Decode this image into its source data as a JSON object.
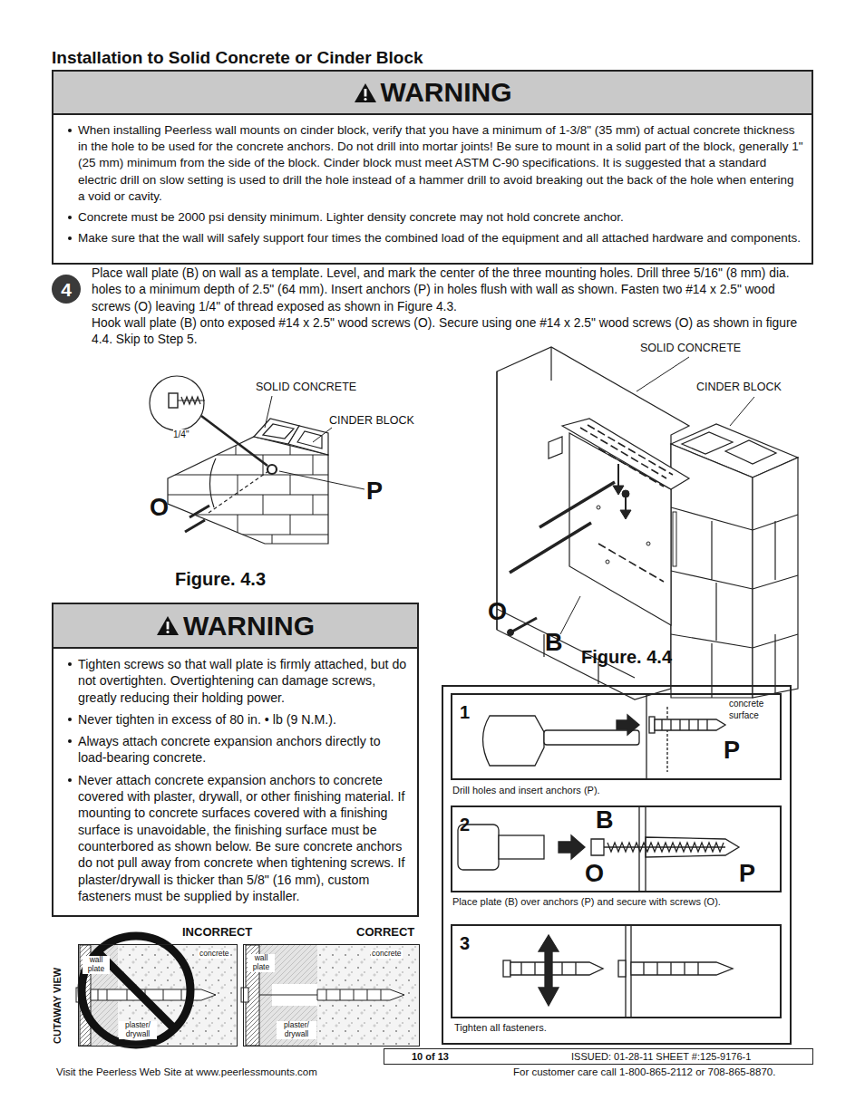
{
  "diagram": {
    "title": "Installation to Solid Concrete or Cinder Block",
    "nodes": [
      {
        "text": [
          "WARNING",
          "When installing Peerless wall mounts on cinder block, verify that you have a minimum of 1-3/8\" (35 mm) of actual concrete thickness in the hole to be used for the concrete anchors. Do not drill into mortar joints! Be sure to mount in a solid part of the block, generally 1\" (25 mm) minimum from the side of the block. Cinder block must meet ASTM C-90 specifications. It is suggested that a standard electric drill on slow setting is used to drill the hole instead of a hammer drill to avoid breaking out the back of the hole when entering a void or cavity.",
          "Concrete must be 2000 psi density minimum. Lighter density concrete may not hold concrete anchor.",
          "Make sure that the wall will safely support four times the combined load of the equipment and all attached hardware and components."
        ]
      },
      {
        "text": [
          "4"
        ]
      },
      {
        "text": [
          "WARNING",
          "Tighten screws so that wall plate is firmly attached, but do not overtighten. Overtightening can damage screws, greatly reducing their holding power.",
          "Never tighten in excess of 80 in. • lb (9 N.M.).",
          "Always attach concrete expansion anchors directly to load-bearing concrete.",
          "Never attach concrete expansion anchors to concrete covered with plaster, drywall, or other finishing material. If mounting to concrete surfaces covered with a finishing surface is unavoidable, the finishing surface must be counterbored as shown below. Be sure concrete anchors do not pull away from concrete when tightening screws. If plaster/drywall is thicker than 5/8\" (16 mm), custom fasteners must be supplied by installer."
        ]
      },
      {
        "text": [
          "1",
          "concrete surface",
          "P",
          "Drill holes and insert anchors (P)."
        ]
      },
      {
        "text": [
          "2",
          "B",
          "O",
          "P",
          "Place plate (B) over anchors (P) and secure with screws (O)."
        ]
      },
      {
        "text": [
          "3",
          "Tighten all fasteners."
        ]
      },
      {
        "text": [
          "INCORRECT",
          "wall plate",
          "concrete",
          "plaster/ drywall"
        ]
      },
      {
        "text": [
          "CORRECT",
          "wall plate",
          "concrete",
          "plaster/ drywall"
        ]
      },
      {
        "text": [
          "10 of 13",
          "ISSUED: 01-28-11 SHEET #:125-9176-1"
        ]
      }
    ],
    "labels": [
      "Place wall plate (B) on wall as a template. Level, and mark the center of the three mounting holes. Drill three 5/16\" (8 mm) dia. holes to a minimum depth of 2.5\" (64 mm). Insert anchors (P) in holes flush with wall as shown. Fasten two #14 x 2.5\" wood screws (O) leaving 1/4\" of thread exposed as shown in Figure 4.3.",
      "Hook wall plate (B) onto exposed #14 x 2.5\" wood screws (O). Secure using one #14 x 2.5\" wood screws (O) as shown in figure 4.4. Skip to Step 5.",
      "SOLID CONCRETE",
      "CINDER BLOCK",
      "1/4\"",
      "O",
      "P",
      "Figure. 4.3",
      "SOLID CONCRETE",
      "CINDER BLOCK",
      "O",
      "B",
      "Figure. 4.4",
      "CUTAWAY VIEW",
      "Visit the Peerless Web Site at www.peerlessmounts.com",
      "For customer care call 1-800-865-2112 or 708-865-8870."
    ]
  }
}
